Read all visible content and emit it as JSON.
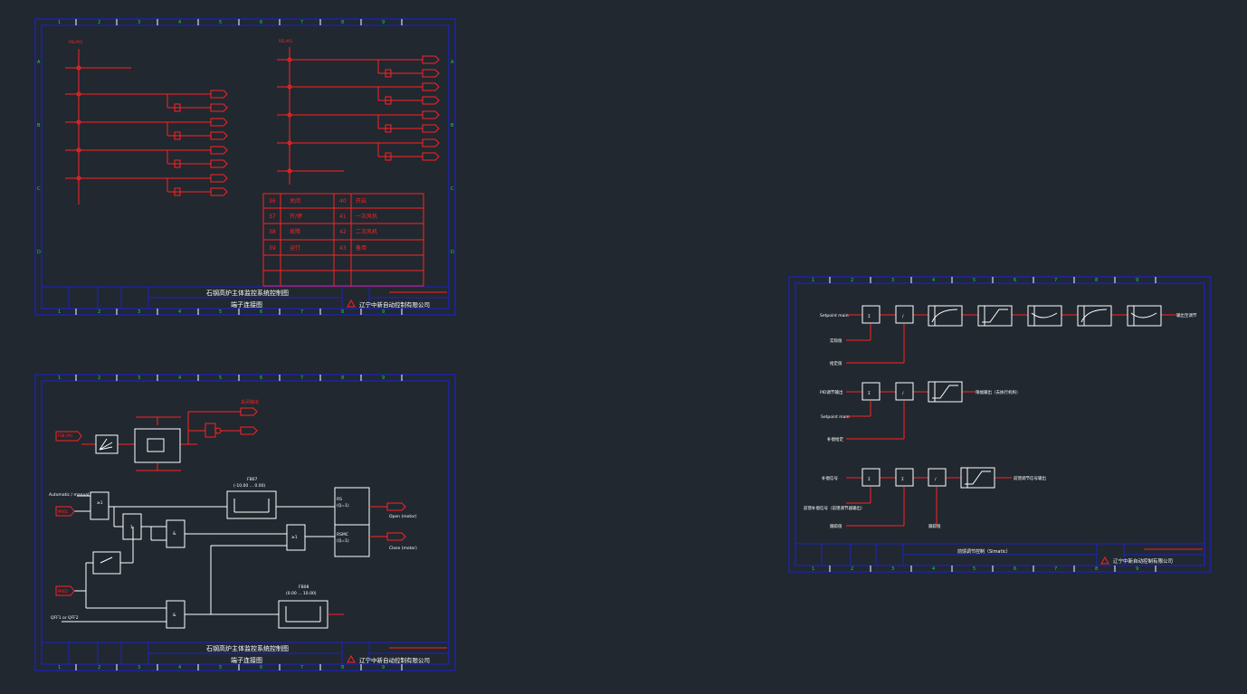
{
  "colors": {
    "background": "#212830",
    "frame": "#1a22c8",
    "tick": "#ffffff",
    "zone": "#22dd22",
    "logic": "#ff2222",
    "block": "#ffffff"
  },
  "sheets": {
    "sheet1": {
      "title_line1": "石钢高炉主体监控系统控制图",
      "title_line2": "端子连接图",
      "company": "辽宁中新自动控制有限公司",
      "top_tag_left": "RELAYS",
      "top_tag_right": "RELAYS",
      "legend": [
        {
          "no": "36",
          "text": "关闭",
          "no2": "40",
          "text2": "开启"
        },
        {
          "no": "37",
          "text": "开/停",
          "no2": "41",
          "text2": "一次风机"
        },
        {
          "no": "38",
          "text": "故障",
          "no2": "42",
          "text2": "二次风机"
        },
        {
          "no": "39",
          "text": "运行",
          "no2": "43",
          "text2": "备用"
        }
      ]
    },
    "sheet2": {
      "title_line1": "石钢高炉主体监控系统控制图",
      "title_line2": "端子连接图",
      "company": "辽宁中新自动控制有限公司",
      "input_tag": "FSB (AI)",
      "out_tag": "关闭输出",
      "selector_label": "Automatic / manual",
      "fb_label": "FB07",
      "fb_range": "(-10.00 ... 0.00)",
      "fb2_label": "FB08",
      "fb2_range": "(0.00 ... 10.00)",
      "block_1": "1",
      "block_and": "&",
      "block_ge": "≥1",
      "rs1": "RS",
      "rs2": "RSMC",
      "rs_sub": "(Q=1)",
      "out_open": "Open (motor)",
      "out_close": "Close (motor)",
      "qff_label": "QFF1 or QFF2",
      "mon_label": "M001",
      "manu_label": "M002"
    },
    "sheet3": {
      "row1_in": "Setpoint main",
      "row1_a": "实际值",
      "row1_b": "给定值",
      "row2_in": "PID调节输出",
      "row2_a": "Setpoint main",
      "row2_b": "补偿给定",
      "row2_out": "限幅输出（去执行机构）",
      "row3_in": "补偿信号",
      "row3_a": "前馈补偿信号（前馈调节器输出）",
      "row3_b": "跟踪值",
      "row3_c": "跟踪值",
      "row3_out": "前馈调节信号输出",
      "row1_out": "输出至调节",
      "title": "前馈调节控制（Simatic）",
      "company": "辽宁中新自动控制有限公司",
      "sum": "Σ",
      "div": "/"
    }
  }
}
